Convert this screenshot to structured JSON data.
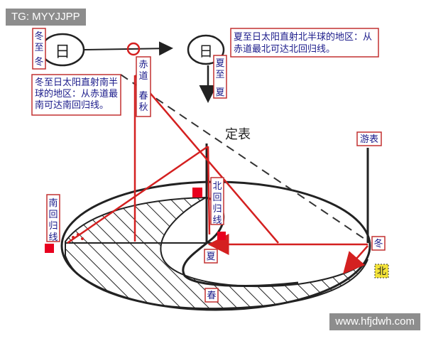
{
  "watermark_top": "TG: MYYJJPP",
  "watermark_bottom": "www.hfjdwh.com",
  "sun_glyph": "日",
  "sun_glyph_right": "日",
  "label_winter_solstice": "冬至",
  "label_winter": "冬",
  "label_summer_solstice": "夏至",
  "label_summer": "夏",
  "note_winter": "冬至日太阳直射南半球的地区：从赤道最南可达南回归线。",
  "note_summer": "夏至日太阳直射北半球的地区：从赤道最北可达北回归线。",
  "label_equator": "赤道",
  "label_spring_autumn": "春秋",
  "label_fixed_pole": "定表",
  "label_moving_pole": "游表",
  "label_tropic_north": "北回归线",
  "label_tropic_south": "南回归线",
  "label_dong": "冬",
  "label_xia": "夏",
  "label_chun": "春",
  "label_north": "北",
  "colors": {
    "red": "#d42020",
    "box_border": "#c23030",
    "text_blue": "#1a1a8a",
    "ink": "#222222",
    "marker": "#e8001e",
    "north_bg": "#f3e33a"
  }
}
